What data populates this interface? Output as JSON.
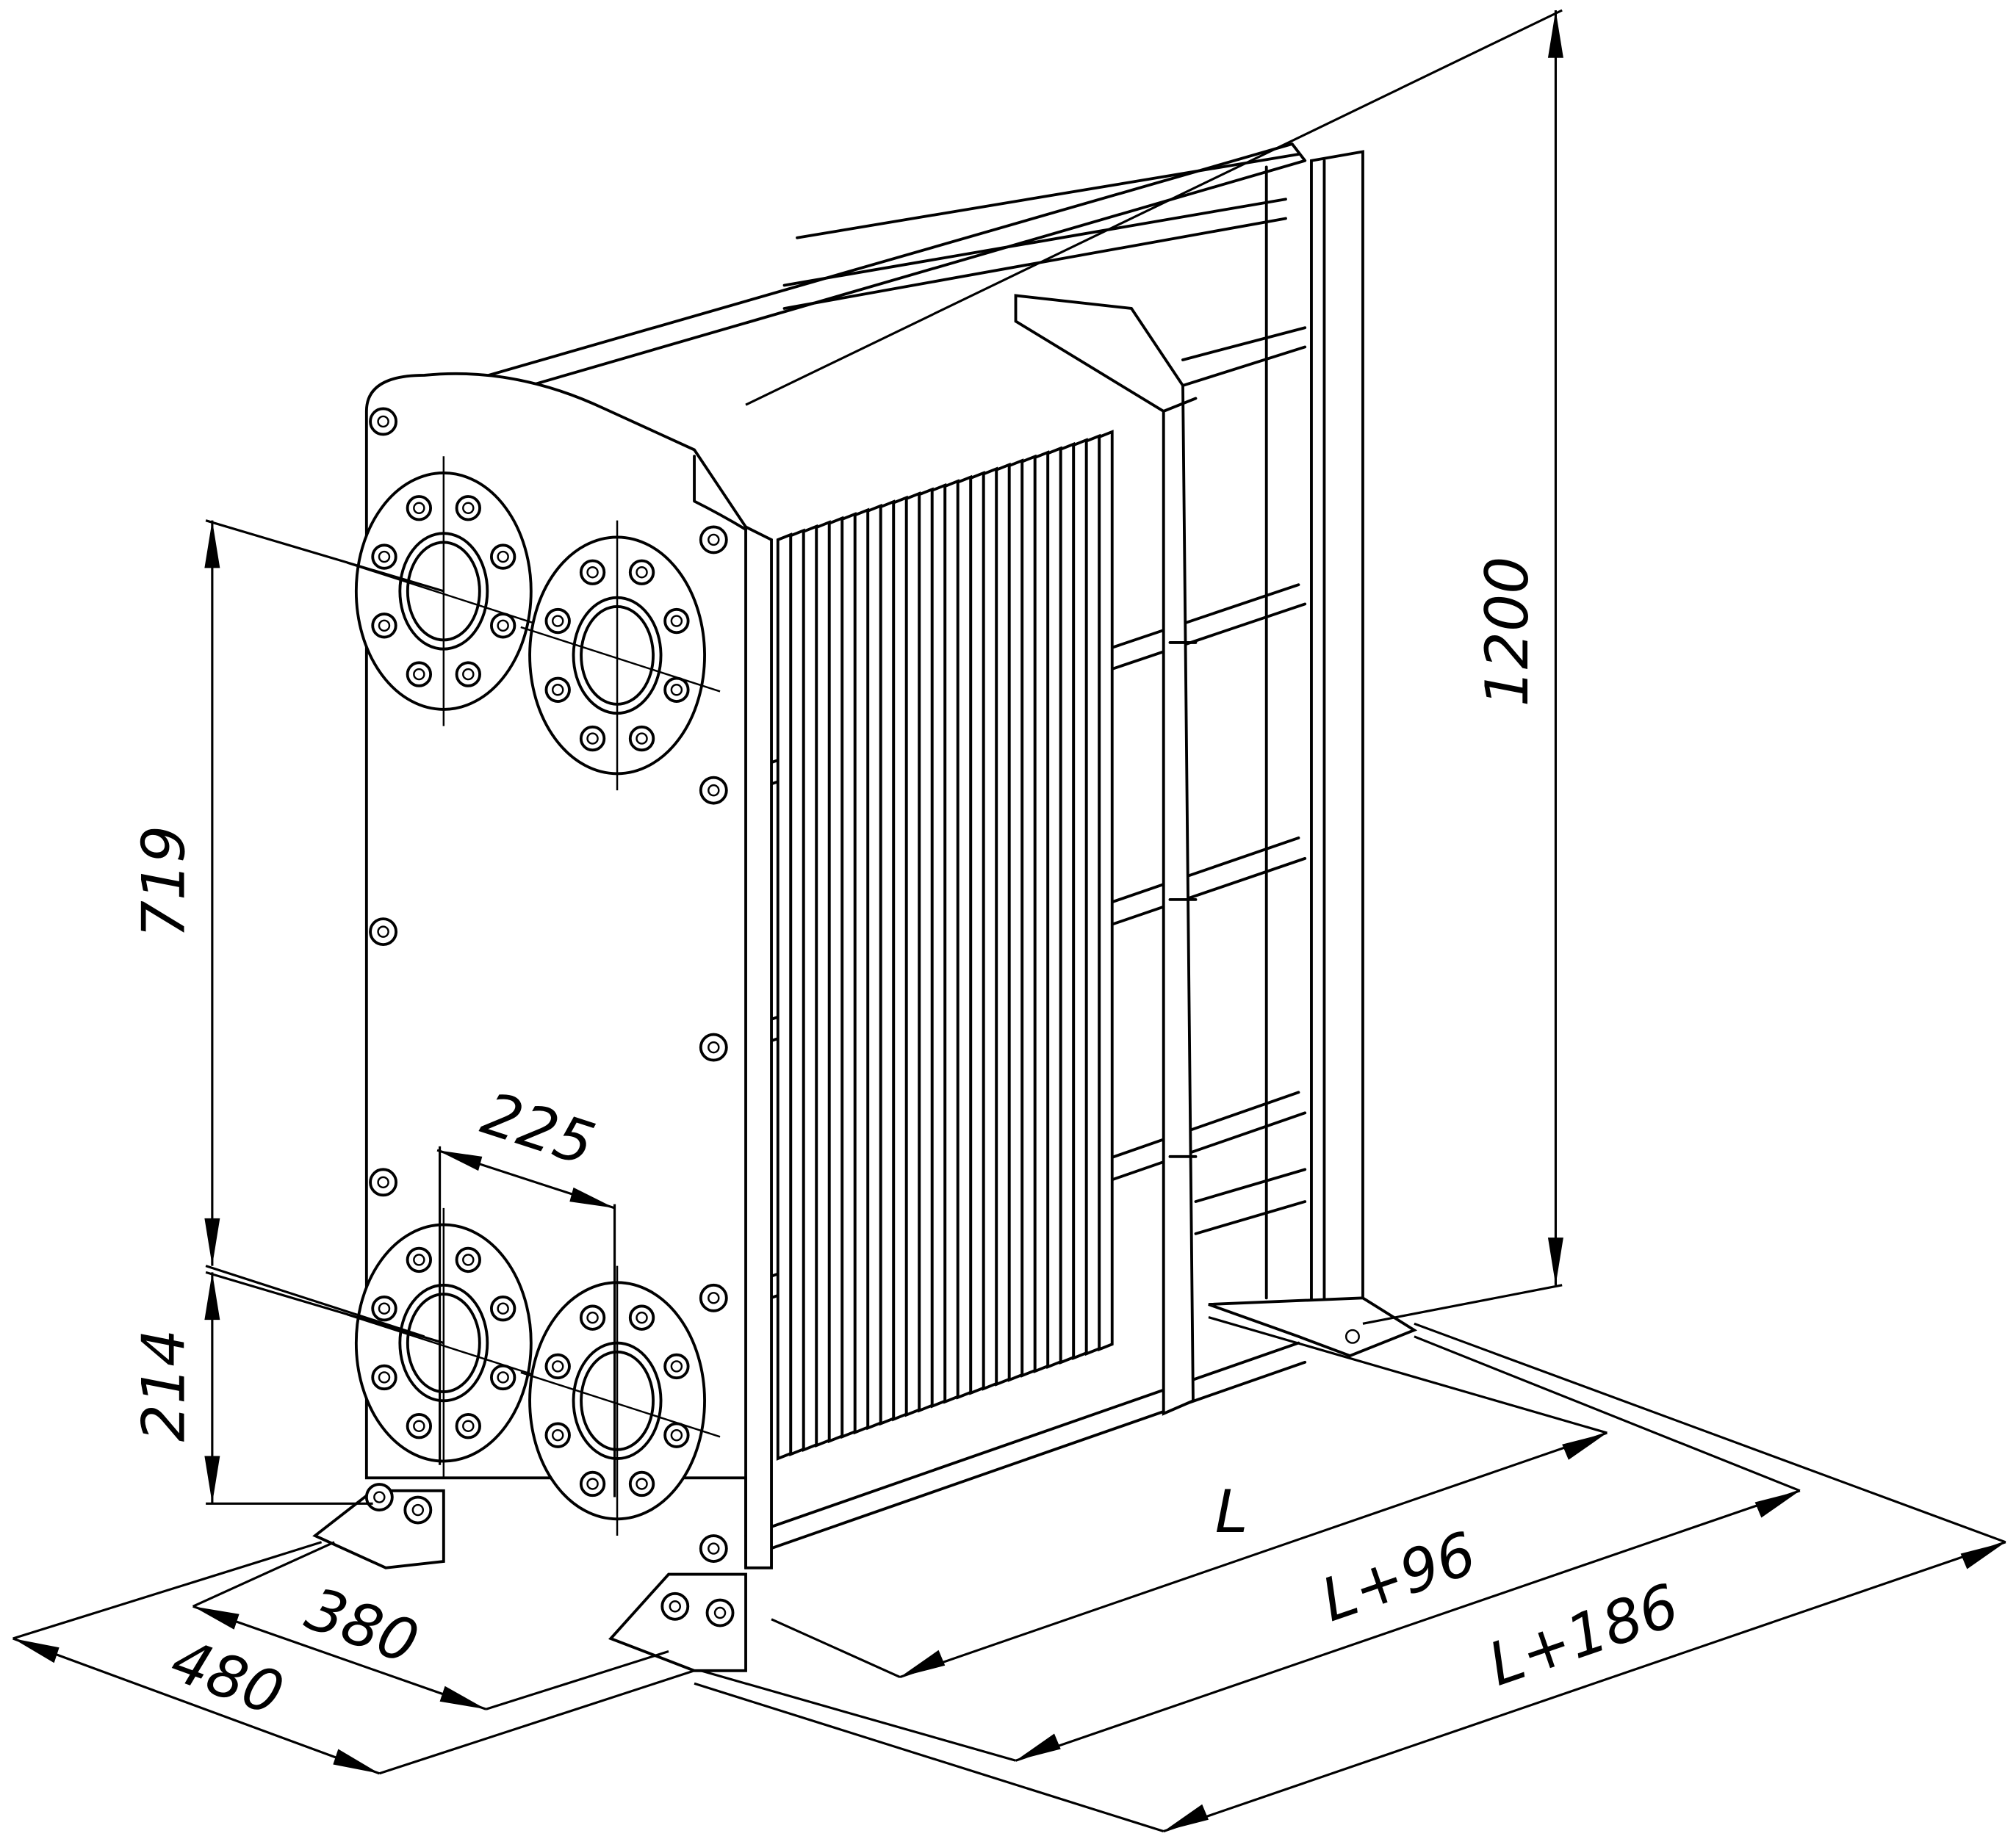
{
  "drawing": {
    "subject": "plate-heat-exchanger",
    "dimensions": {
      "height_total": "1200",
      "port_vertical": "719",
      "bottom_port": "214",
      "port_horizontal": "225",
      "frame_width_inner": "380",
      "frame_width_outer": "480",
      "length": "L",
      "length_plus_96": "L+96",
      "length_plus_186": "L+186"
    },
    "line_color": "#000000",
    "background": "#ffffff"
  }
}
